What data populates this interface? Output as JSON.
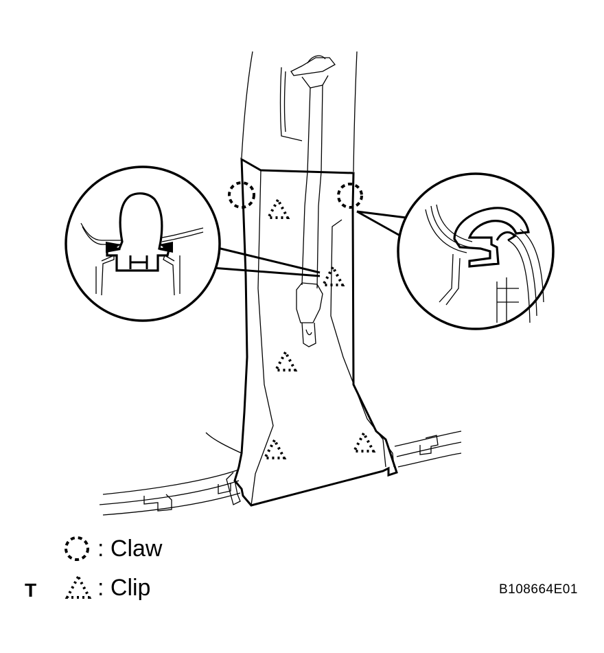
{
  "legend": {
    "claw_label": ": Claw",
    "clip_label": ": Clip"
  },
  "page_letter": "T",
  "figure_id": "B108664E01",
  "colors": {
    "line": "#000000",
    "background": "#ffffff"
  },
  "icons": {
    "claw": "dashed-circle",
    "clip": "dotted-triangle"
  }
}
